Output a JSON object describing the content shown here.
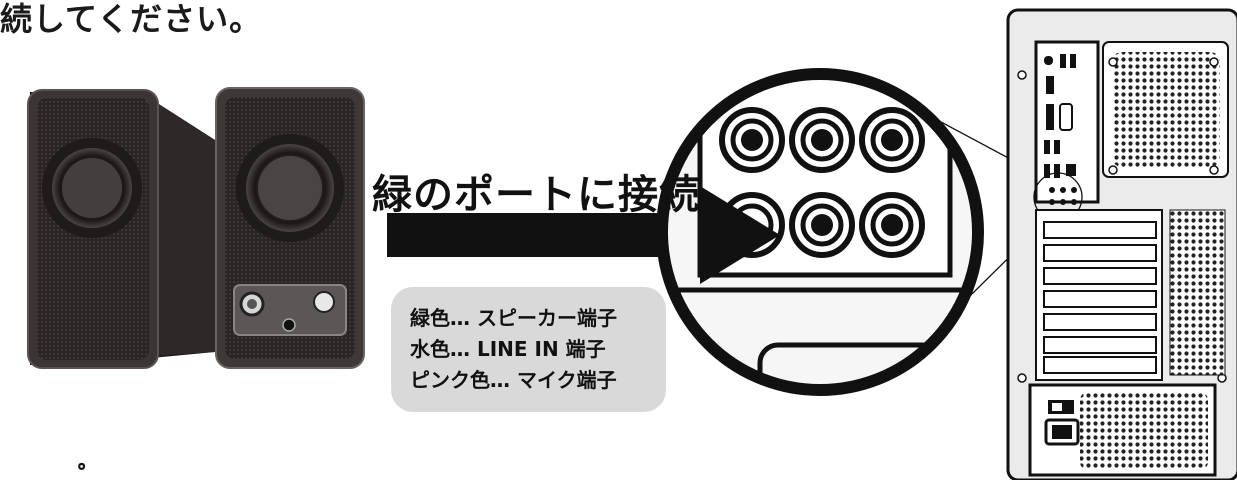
{
  "top_caption": "続してください。",
  "arrow_label": "緑のポートに接続",
  "legend": {
    "lines": [
      "緑色… スピーカー端子",
      "水色… LINE IN 端子",
      "ピンク色… マイク端子"
    ]
  },
  "bottom_fragment": "゜",
  "icons": [
    "speaker-left-icon",
    "speaker-right-icon",
    "arrow-icon",
    "port-zoom-icon",
    "pc-tower-icon"
  ],
  "colors": {
    "legend_bg": "#d9d9d9",
    "ink": "#111111"
  }
}
